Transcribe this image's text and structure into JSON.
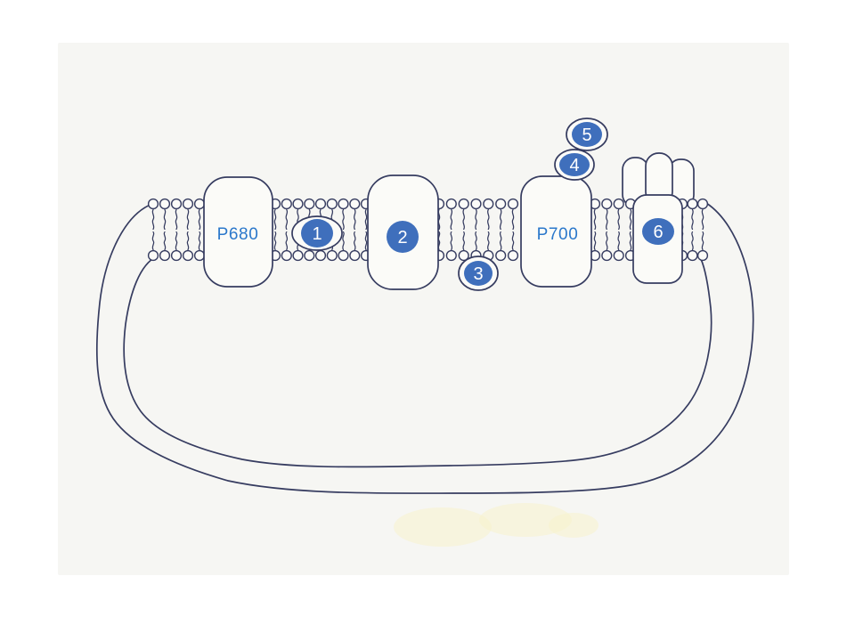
{
  "diagram": {
    "kind": "hand-drawn-thylakoid-membrane-diagram",
    "labels": {
      "p680": "P680",
      "p700": "P700"
    },
    "markers": [
      {
        "label": "1"
      },
      {
        "label": "2"
      },
      {
        "label": "3"
      },
      {
        "label": "4"
      },
      {
        "label": "5"
      },
      {
        "label": "6"
      }
    ]
  },
  "colors": {
    "page": "#ffffff",
    "paper": "#f6f6f3",
    "paper-bright": "#fbfbf8",
    "ink": "#363c60",
    "marker-blue": "#3f6fbc",
    "label-blue": "#2b78cb",
    "highlight-yellow": "#f8f2cc"
  }
}
